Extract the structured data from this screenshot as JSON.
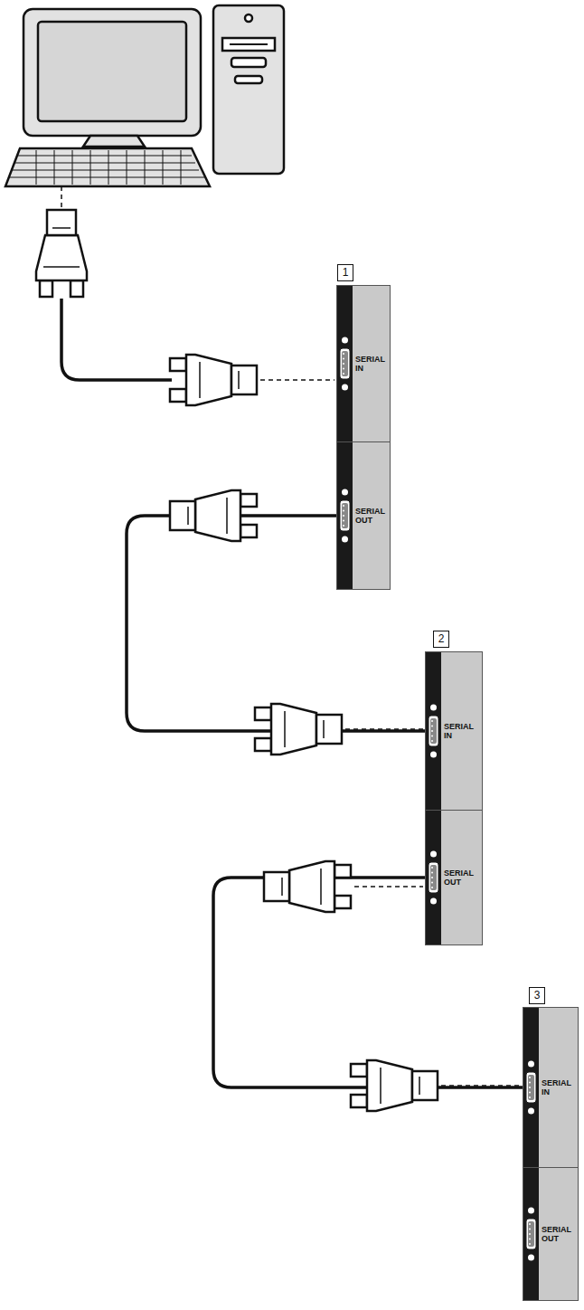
{
  "diagram": {
    "nodes": [
      {
        "text": [
          "1"
        ]
      },
      {
        "text": [
          "SERIAL IN"
        ]
      },
      {
        "text": [
          "SERIAL OUT"
        ]
      },
      {
        "text": [
          "2"
        ]
      },
      {
        "text": [
          "SERIAL IN"
        ]
      },
      {
        "text": [
          "SERIAL OUT"
        ]
      },
      {
        "text": [
          "3"
        ]
      },
      {
        "text": [
          "SERIAL IN"
        ]
      },
      {
        "text": [
          "SERIAL OUT"
        ]
      }
    ],
    "edges": [
      {
        "from": 2,
        "to": 4,
        "arrow": "none"
      },
      {
        "from": 5,
        "to": 7,
        "arrow": "none"
      }
    ]
  }
}
